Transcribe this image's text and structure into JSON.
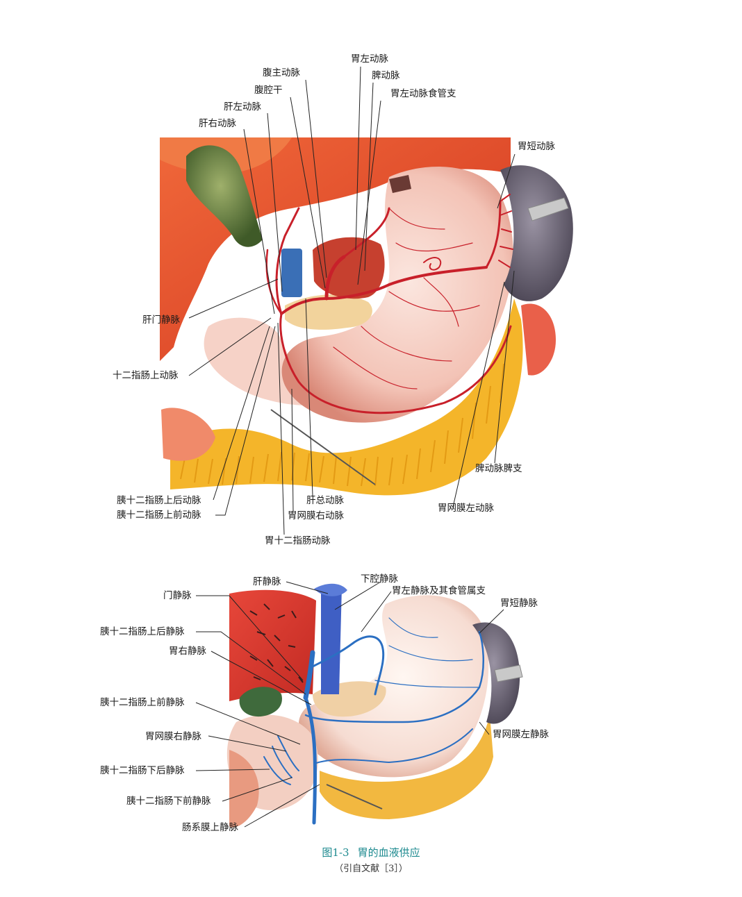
{
  "figure": {
    "number": "图1-3",
    "title": "胃的血液供应",
    "source": "（引自文献［3］）"
  },
  "artery_diagram": {
    "labels": {
      "stomach_left_artery": "胃左动脉",
      "celiac_aorta": "腹主动脉",
      "splenic_artery": "脾动脉",
      "celiac_trunk": "腹腔干",
      "left_gastric_esophageal_branch": "胃左动脉食管支",
      "left_hepatic_artery": "肝左动脉",
      "right_hepatic_artery": "肝右动脉",
      "short_gastric_artery": "胃短动脉",
      "portal_vein": "肝门静脉",
      "supraduodenal_artery": "十二指肠上动脉",
      "splenic_branch": "脾动脉脾支",
      "left_gastroepiploic_artery": "胃网膜左动脉",
      "posterior_superior_pancreaticoduodenal": "胰十二指肠上后动脉",
      "common_hepatic_artery": "肝总动脉",
      "anterior_superior_pancreaticoduodenal": "胰十二指肠上前动脉",
      "right_gastroepiploic_artery": "胃网膜右动脉",
      "gastroduodenal_artery": "胃十二指肠动脉"
    }
  },
  "vein_diagram": {
    "labels": {
      "hepatic_vein": "肝静脉",
      "ivc": "下腔静脉",
      "portal_vein": "门静脉",
      "left_gastric_vein": "胃左静脉及其食管属支",
      "short_gastric_vein": "胃短静脉",
      "posterior_superior_pd_vein": "胰十二指肠上后静脉",
      "right_gastric_vein": "胃右静脉",
      "anterior_superior_pd_vein": "胰十二指肠上前静脉",
      "left_gastroepiploic_vein": "胃网膜左静脉",
      "right_gastroepiploic_vein": "胃网膜右静脉",
      "posterior_inferior_pd_vein": "胰十二指肠下后静脉",
      "anterior_inferior_pd_vein": "胰十二指肠下前静脉",
      "superior_mesenteric_vein": "肠系膜上静脉"
    }
  },
  "colors": {
    "artery_red": "#c8202a",
    "vein_blue": "#2b6fc2",
    "fat_yellow": "#f2b21e",
    "stomach_pink": "#f3c9bf",
    "spleen_purple": "#6d6678",
    "liver_red": "#d93b2a",
    "gallbladder_green": "#5c7a37",
    "caption_teal": "#1d8a8f"
  }
}
